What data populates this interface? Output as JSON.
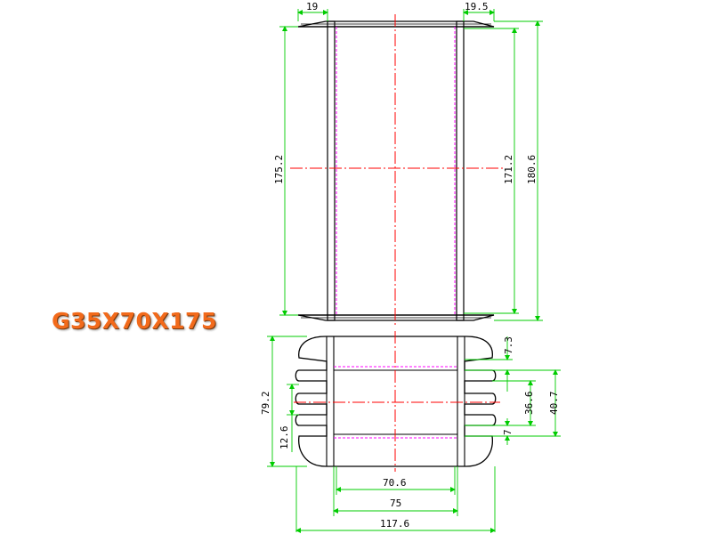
{
  "title": "G35X70X175",
  "colors": {
    "outline": "#000000",
    "dimension": "#00cc00",
    "centerline": "#ff0000",
    "hidden": "#ff00ff",
    "title": "#f26a1b"
  },
  "front_view": {
    "dims": {
      "flange_left_width": "19",
      "flange_right_width": "19.5",
      "height_left": "175.2",
      "height_inner": "171.2",
      "height_overall": "180.6"
    }
  },
  "top_view": {
    "dims": {
      "slot_top": "7.3",
      "inner_span": "36.6",
      "outer_span": "40.7",
      "slot_bottom": "7",
      "overall_height": "79.2",
      "pitch": "12.6",
      "core_width": "70.6",
      "inner_width": "75",
      "overall_width": "117.6"
    }
  }
}
